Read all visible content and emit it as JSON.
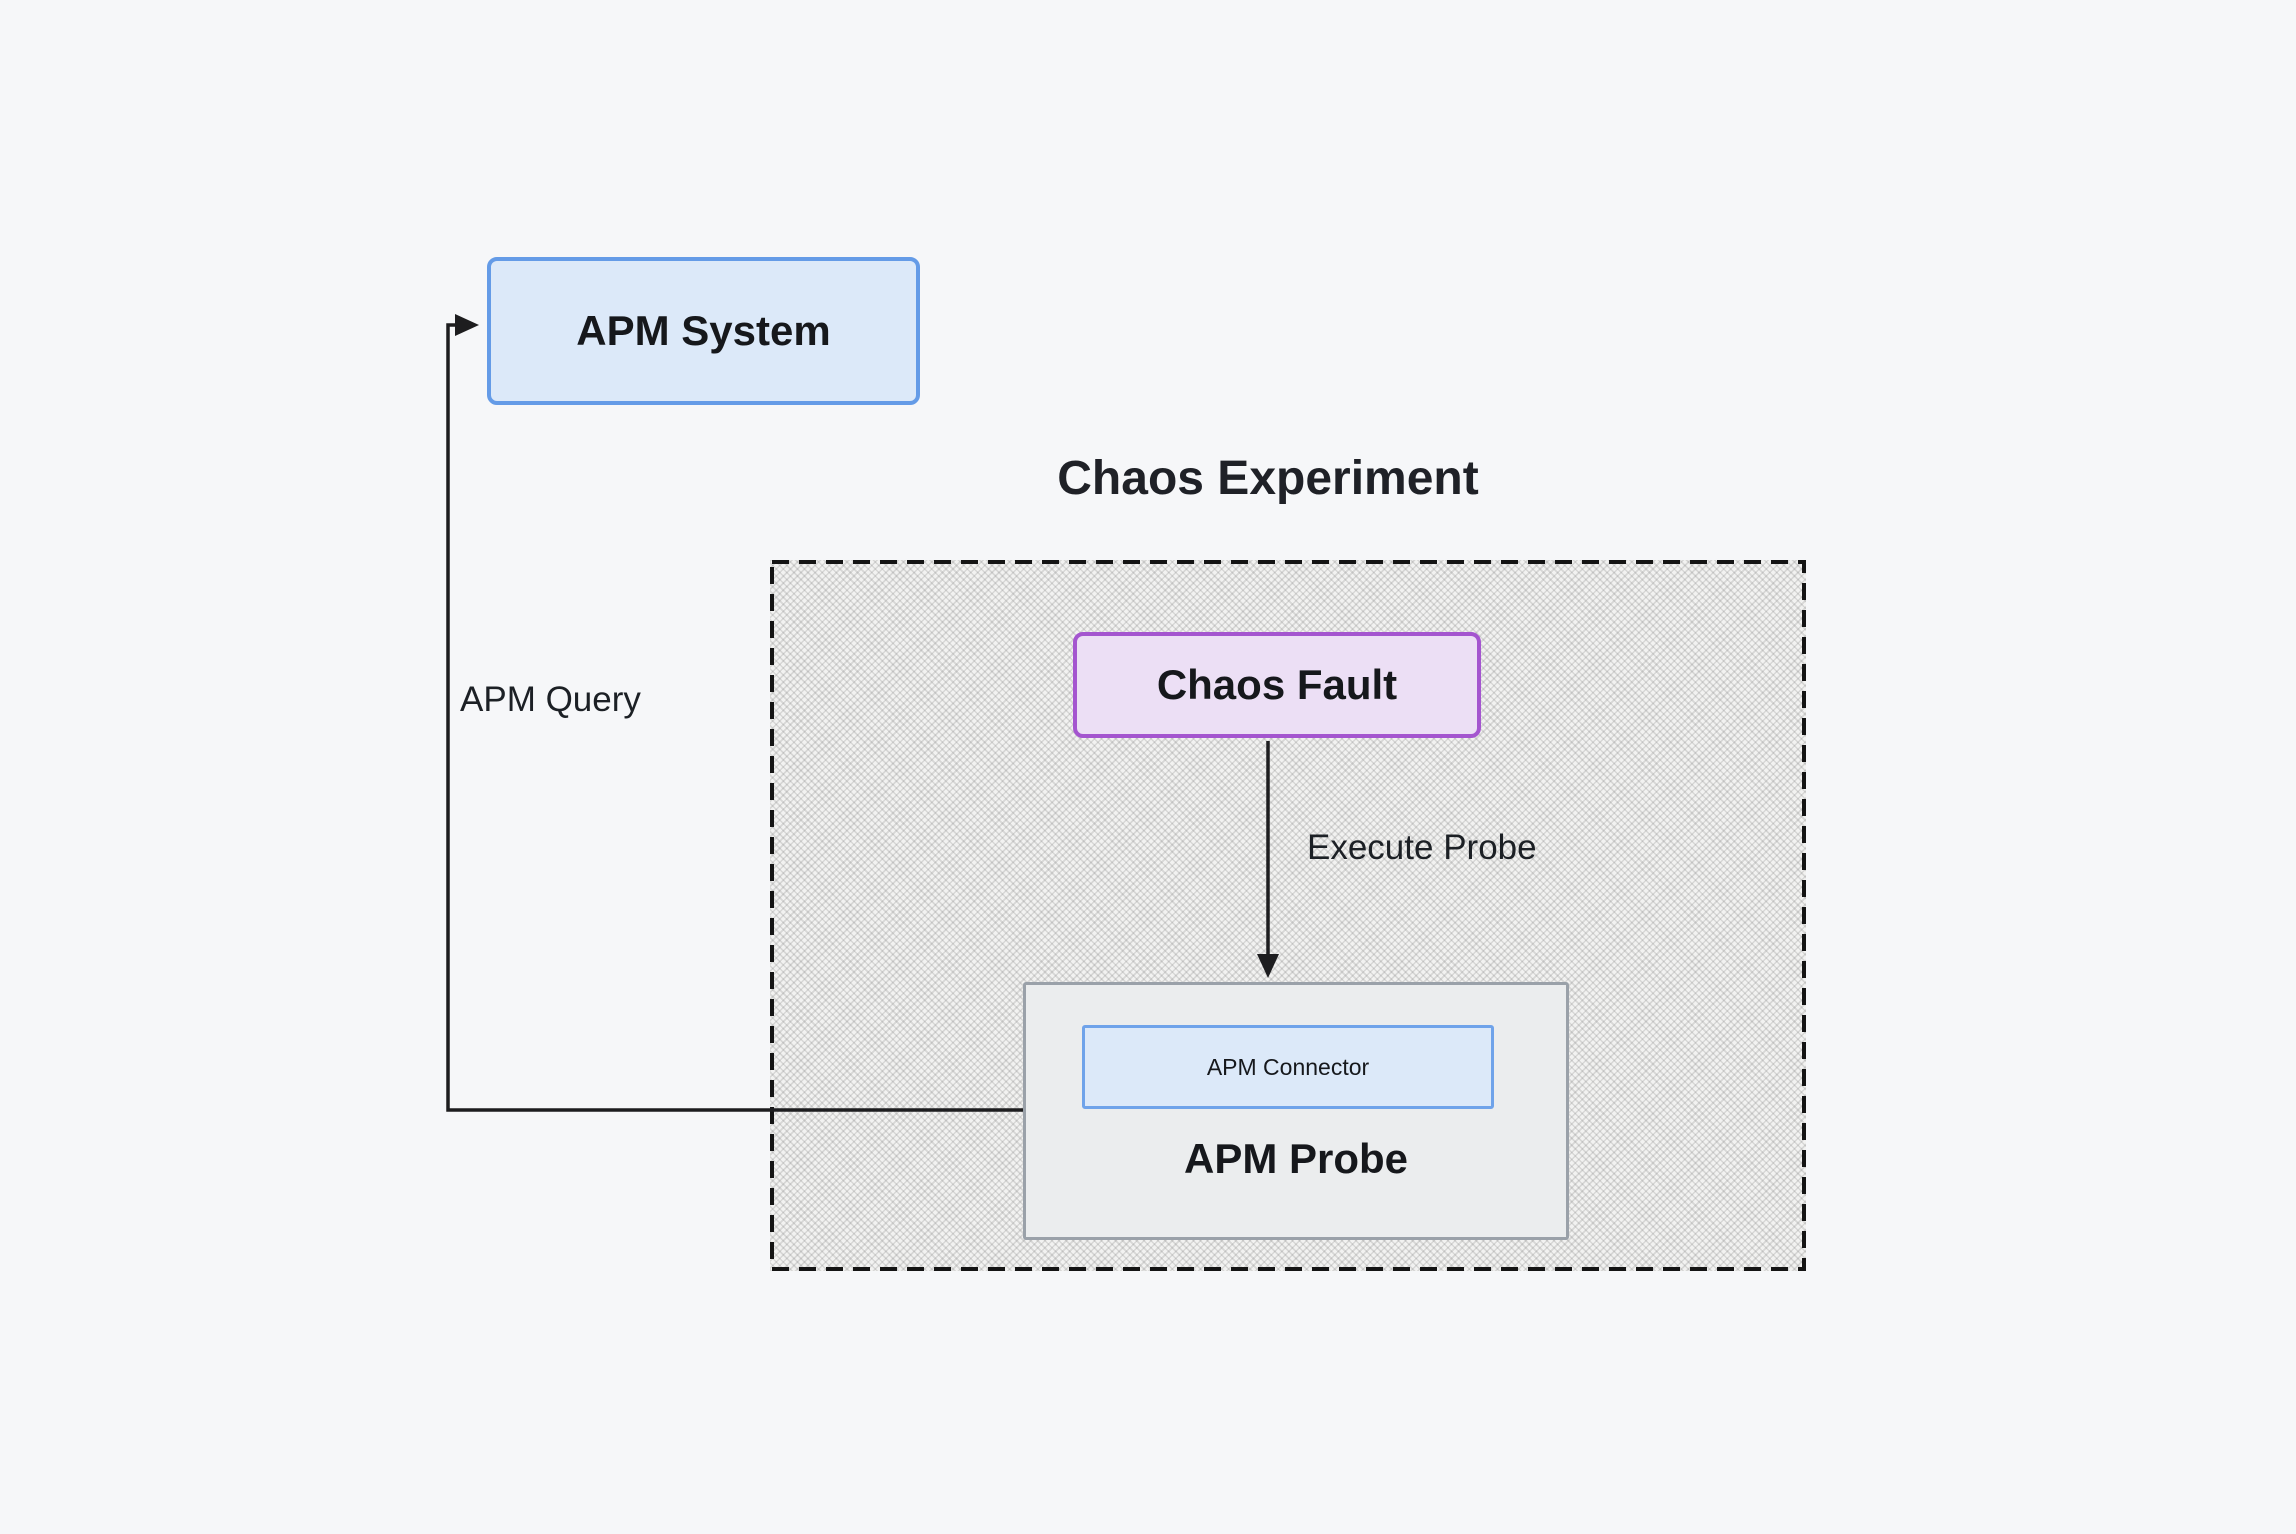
{
  "diagram": {
    "title": "Chaos Experiment",
    "nodes": {
      "apm_system": {
        "label": "APM System"
      },
      "chaos_fault": {
        "label": "Chaos Fault"
      },
      "apm_connector": {
        "label": "APM Connector"
      },
      "apm_probe": {
        "label": "APM Probe"
      }
    },
    "edges": {
      "apm_query": {
        "label": "APM Query",
        "from": "apm_probe",
        "to": "apm_system"
      },
      "execute_probe": {
        "label": "Execute Probe",
        "from": "chaos_fault",
        "to": "apm_probe"
      }
    },
    "colors": {
      "background": "#f6f7f9",
      "hatch_base": "#f2f2f1",
      "blue_fill": "#dce9f9",
      "blue_border": "#649be7",
      "purple_fill": "#ecdff5",
      "purple_border": "#a455cf",
      "gray_fill": "#ebedee",
      "gray_border": "#9aa1a9",
      "dashed_border": "#141414",
      "line": "#1d1d1f",
      "text": "#1c2025"
    }
  }
}
